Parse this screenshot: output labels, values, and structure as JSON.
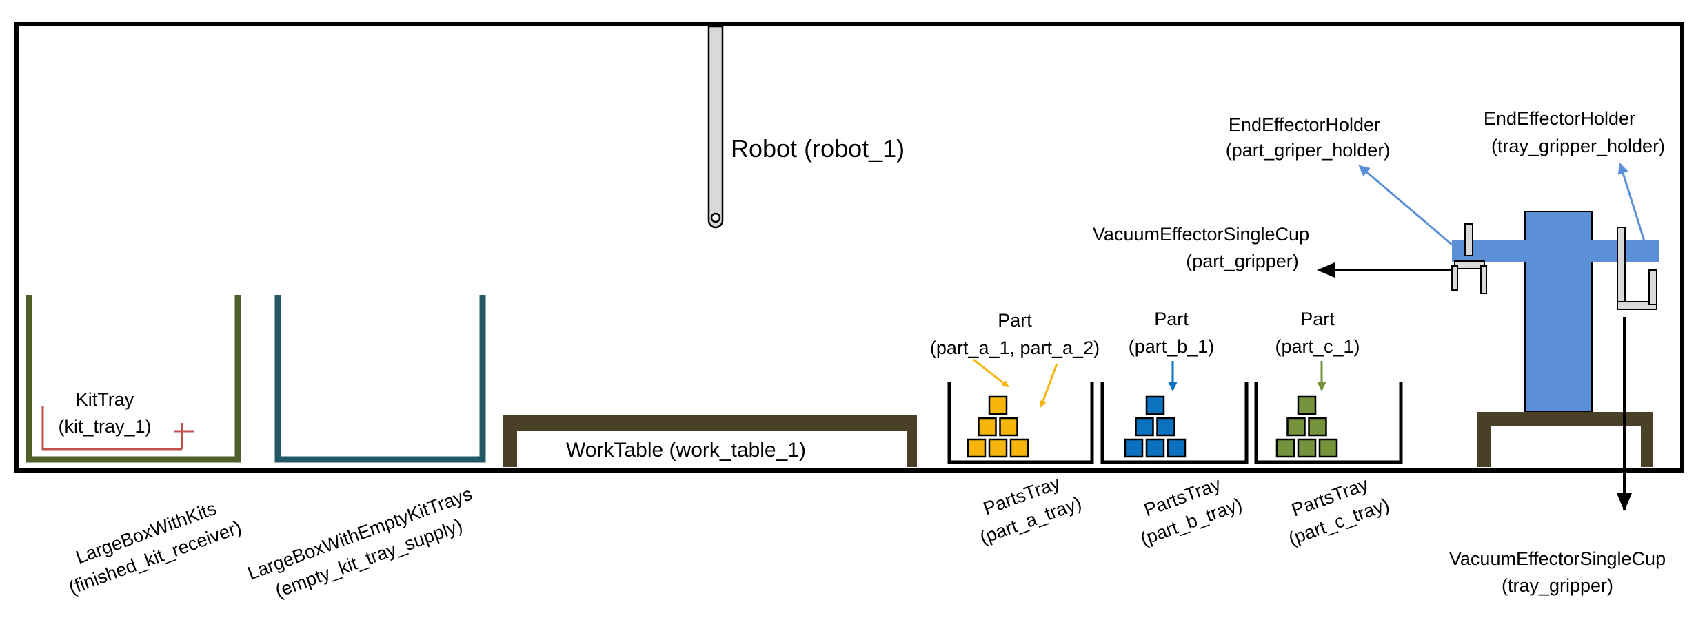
{
  "robot": {
    "label": "Robot (robot_1)"
  },
  "work_table": {
    "label": "WorkTable (work_table_1)"
  },
  "kit_tray": {
    "line1": "KitTray",
    "line2": "(kit_tray_1)"
  },
  "box_with_kits": {
    "line1": "LargeBoxWithKits",
    "line2": "(finished_kit_receiver)",
    "color": "#4f5f2a"
  },
  "box_empty_trays": {
    "line1": "LargeBoxWithEmptyKitTrays",
    "line2": "(empty_kit_tray_supply)",
    "color": "#245867"
  },
  "parts_a": {
    "part_line1": "Part",
    "part_line2": "(part_a_1, part_a_2)",
    "tray_line1": "PartsTray",
    "tray_line2": "(part_a_tray)",
    "color": "#f5b50a"
  },
  "parts_b": {
    "part_line1": "Part",
    "part_line2": "(part_b_1)",
    "tray_line1": "PartsTray",
    "tray_line2": "(part_b_tray)",
    "color": "#0c72c0"
  },
  "parts_c": {
    "part_line1": "Part",
    "part_line2": "(part_c_1)",
    "tray_line1": "PartsTray",
    "tray_line2": "(part_c_tray)",
    "color": "#76923c"
  },
  "holder_part": {
    "line1": "EndEffectorHolder",
    "line2": "(part_griper_holder)"
  },
  "holder_tray": {
    "line1": "EndEffectorHolder",
    "line2": "(tray_gripper_holder)"
  },
  "part_gripper": {
    "line1": "VacuumEffectorSingleCup",
    "line2": "(part_gripper)"
  },
  "tray_gripper": {
    "line1": "VacuumEffectorSingleCup",
    "line2": "(tray_gripper)"
  },
  "colors": {
    "holder_blue": "#5b8fd6",
    "table_brown": "#4a4028",
    "kit_tray_red": "#c0504d"
  }
}
